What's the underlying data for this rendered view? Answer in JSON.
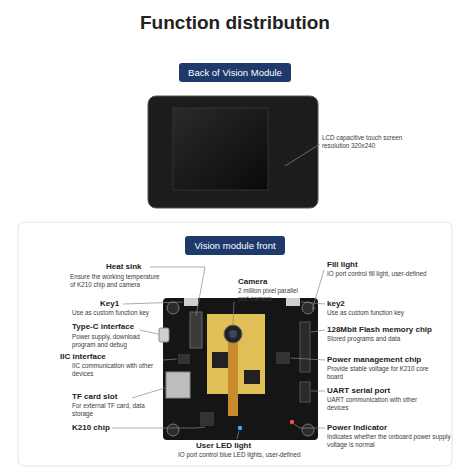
{
  "diagram": {
    "title": "Function distribution",
    "nodes": [
      {
        "text": [
          "Back of Vision Module"
        ]
      },
      {
        "text": [
          "Vision module front"
        ]
      }
    ],
    "labels": [
      "LCD capacitive touch screen resolution 320x240",
      "Heat sink",
      "Ensure the working temperature of K210 chip and camera",
      "Camera",
      "2 million pixel parallel port camera",
      "Fill light",
      "IO port control fill light, user-defined",
      "Key1",
      "Use as custom function key",
      "key2",
      "Use as custom function key",
      "Type-C interface",
      "Power supply, download program and debug",
      "IIC interface",
      "IIC communication with other devices",
      "128Mbit Flash memory chip",
      "Stored programs and data",
      "Power management chip",
      "Provide stable voltage for K210 core board",
      "TF card slot",
      "For external TF card, data storage",
      "UART serial port",
      "UART communication with other devices",
      "K210 chip",
      "User LED light",
      "IO port control blue LED lights, user-defined",
      "Power Indicator",
      "Indicates whether the onboard power supply voltage is normal"
    ]
  }
}
